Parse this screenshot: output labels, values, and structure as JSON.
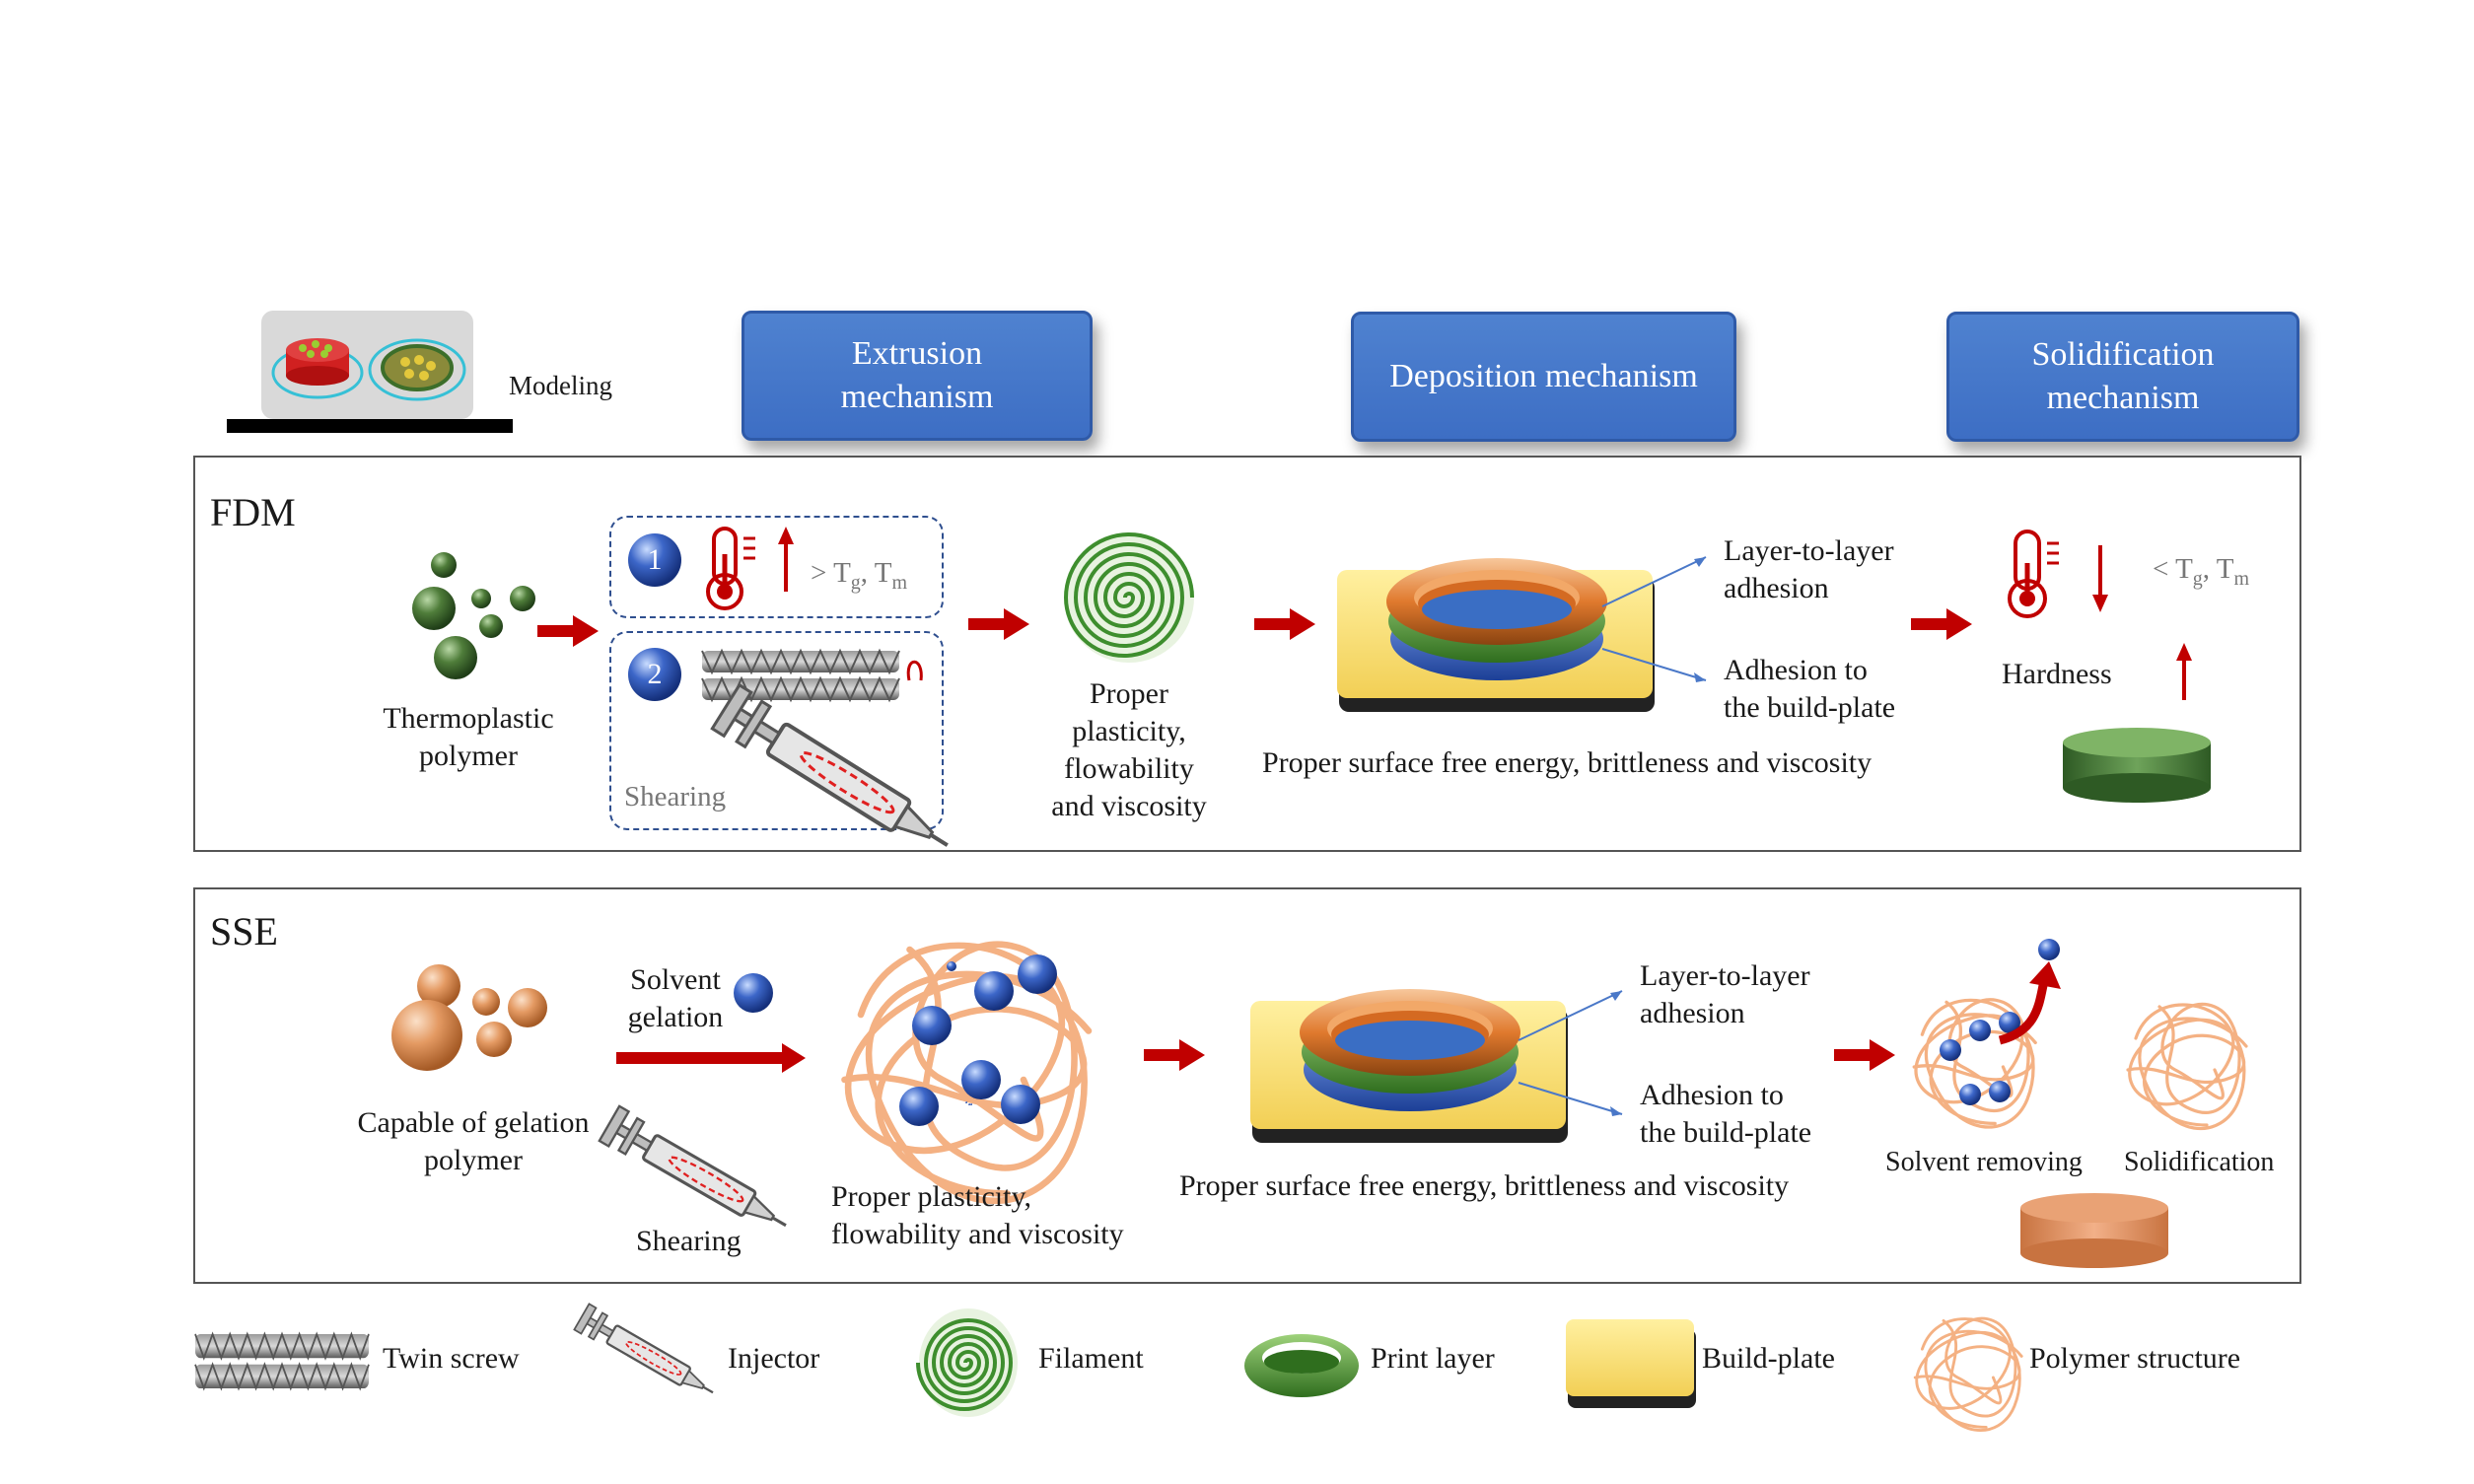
{
  "modeling_label": "Modeling",
  "headers": {
    "extrusion": [
      "Extrusion",
      "mechanism"
    ],
    "deposition": "Deposition mechanism",
    "solidification": [
      "Solidification",
      "mechanism"
    ]
  },
  "fdm": {
    "title": "FDM",
    "polymer_label": [
      "Thermoplastic",
      "polymer"
    ],
    "step1_number": "1",
    "step2_number": "2",
    "temp_condition": "> T",
    "temp_sub_g": "g",
    "temp_mid": ", T",
    "temp_sub_m": "m",
    "shearing": "Shearing",
    "filament_props": [
      "Proper",
      "plasticity,",
      "flowability",
      "and viscosity"
    ],
    "layer_adhesion": [
      "Layer-to-layer",
      "adhesion"
    ],
    "plate_adhesion": [
      "Adhesion to",
      "the build-plate"
    ],
    "deposition_props": "Proper surface free energy, brittleness and viscosity",
    "cool_condition": "< T",
    "hardness": "Hardness"
  },
  "sse": {
    "title": "SSE",
    "polymer_label": [
      "Capable of gelation",
      "polymer"
    ],
    "solvent_gelation": [
      "Solvent",
      "gelation"
    ],
    "shearing": "Shearing",
    "structure_props": [
      "Proper plasticity,",
      "flowability and viscosity"
    ],
    "layer_adhesion": [
      "Layer-to-layer",
      "adhesion"
    ],
    "plate_adhesion": [
      "Adhesion to",
      "the build-plate"
    ],
    "deposition_props": "Proper surface free energy, brittleness and viscosity",
    "solvent_removing": "Solvent removing",
    "solidification": "Solidification"
  },
  "legend": {
    "twin_screw": "Twin screw",
    "injector": "Injector",
    "filament": "Filament",
    "print_layer": "Print layer",
    "build_plate": "Build-plate",
    "polymer_structure": "Polymer structure"
  },
  "colors": {
    "header_blue": "#4677c8",
    "arrow_red": "#c00000",
    "filament_green": "#3e8e2e",
    "build_plate_yellow": "#f7dc6f",
    "polymer_orange": "#f4b183",
    "solvent_blue": "#2a4fa8"
  }
}
